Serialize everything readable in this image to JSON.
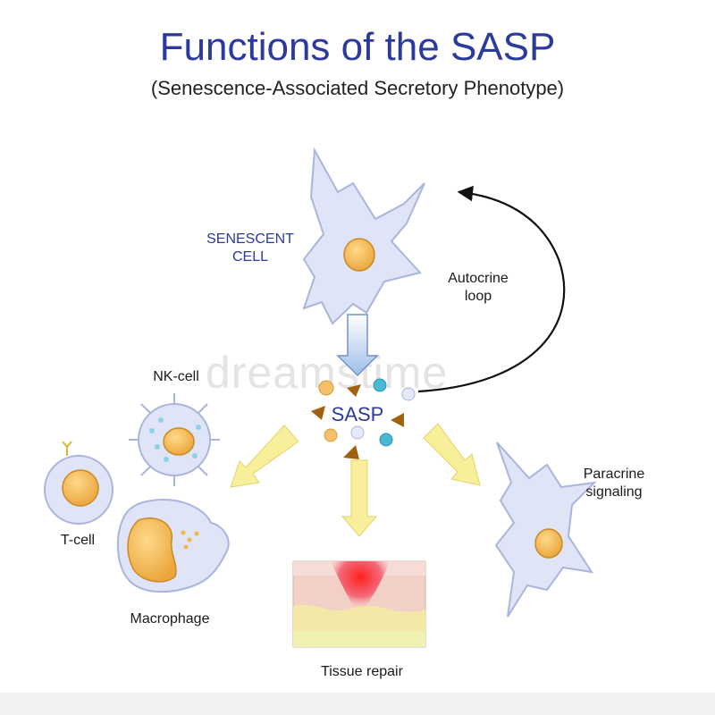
{
  "header": {
    "title": "Functions of the SASP",
    "subtitle": "(Senescence-Associated Secretory Phenotype)"
  },
  "labels": {
    "senescent_cell": "SENESCENT\nCELL",
    "autocrine_loop": "Autocrine\nloop",
    "sasp": "SASP",
    "nk_cell": "NK-cell",
    "t_cell": "T-cell",
    "macrophage": "Macrophage",
    "tissue_repair": "Tissue repair",
    "paracrine_signaling": "Paracrine\nsignaling"
  },
  "watermark": "dreamstime",
  "colors": {
    "title": "#2b3a9c",
    "cell_body": "#dfe5f7",
    "cell_outline": "#a9b5dd",
    "nucleus": "#f2b84b",
    "arrow_blue": "#a8c4ec",
    "arrow_yellow": "#f7ef9a",
    "sasp_text": "#2b3a9c"
  }
}
